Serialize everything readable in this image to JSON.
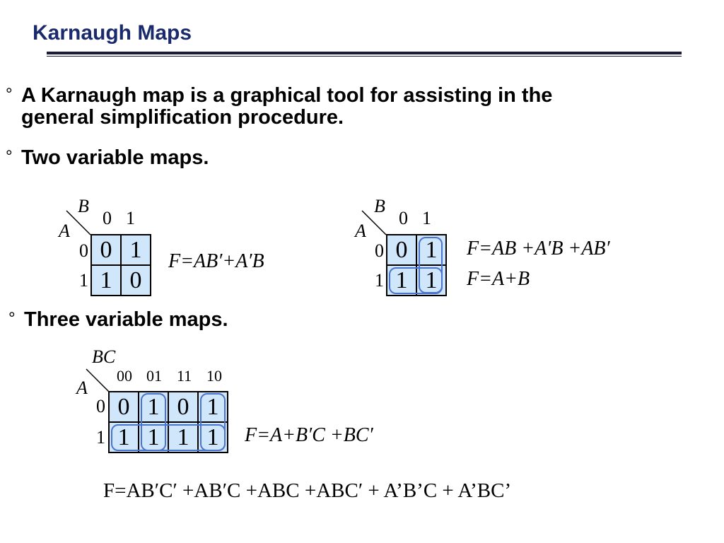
{
  "slide": {
    "title": "Karnaugh Maps",
    "bullet_glyph": "°",
    "bullets": [
      "A Karnaugh map is a graphical tool for assisting in the general simplification procedure.",
      "Two variable maps.",
      "Three variable maps."
    ],
    "bullet1_line1": "A Karnaugh map is a graphical tool for assisting in the",
    "bullet1_line2": "general simplification procedure."
  },
  "map1": {
    "col_var": "B",
    "row_var": "A",
    "col_labels": [
      "0",
      "1"
    ],
    "row_labels": [
      "0",
      "1"
    ],
    "cells": [
      [
        "0",
        "1"
      ],
      [
        "1",
        "0"
      ]
    ],
    "equation": "F=AB′+A′B"
  },
  "map2": {
    "col_var": "B",
    "row_var": "A",
    "col_labels": [
      "0",
      "1"
    ],
    "row_labels": [
      "0",
      "1"
    ],
    "cells": [
      [
        "0",
        "1"
      ],
      [
        "1",
        "1"
      ]
    ],
    "equation1": "F=AB +A′B +AB′",
    "equation2": "F=A+B"
  },
  "map3": {
    "col_var": "BC",
    "row_var": "A",
    "col_labels": [
      "00",
      "01",
      "11",
      "10"
    ],
    "row_labels": [
      "0",
      "1"
    ],
    "cells": [
      [
        "0",
        "1",
        "0",
        "1"
      ],
      [
        "1",
        "1",
        "1",
        "1"
      ]
    ],
    "equation": "F=A+B′C +BC′"
  },
  "bottom_equation": "F=AB′C′ +AB′C +ABC +ABC′ + A’B’C + A’BC’",
  "colors": {
    "title": "#1a2a6c",
    "cell_fill": "#cfe6fb",
    "loop": "#4a74d0"
  }
}
